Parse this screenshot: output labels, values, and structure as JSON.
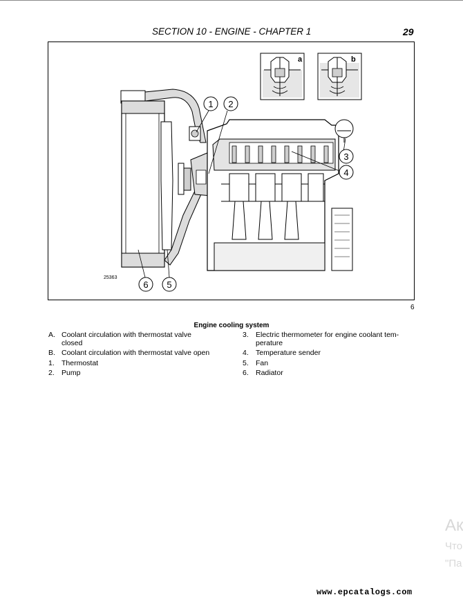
{
  "header": {
    "section_title": "SECTION 10 - ENGINE - CHAPTER 1",
    "page_number": "29"
  },
  "figure": {
    "drawing_code": "25363",
    "number": "6",
    "inset_labels": [
      "a",
      "b"
    ],
    "callouts": [
      "1",
      "2",
      "3",
      "4",
      "5",
      "6"
    ]
  },
  "caption": {
    "title": "Engine cooling system",
    "left_items": [
      {
        "key": "A.",
        "text": "Coolant circulation with thermostat valve closed",
        "line1": "Coolant circulation with thermostat valve",
        "line2": "closed"
      },
      {
        "key": "B.",
        "text": "Coolant circulation with thermostat valve open"
      },
      {
        "key": "1.",
        "text": "Thermostat"
      },
      {
        "key": "2.",
        "text": "Pump"
      }
    ],
    "right_items": [
      {
        "key": "3.",
        "text": "Electric thermometer for engine coolant temperature",
        "line1": "Electric thermometer for engine coolant tem-",
        "line2": "perature"
      },
      {
        "key": "4.",
        "text": "Temperature sender"
      },
      {
        "key": "5.",
        "text": "Fan"
      },
      {
        "key": "6.",
        "text": "Radiator"
      }
    ]
  },
  "watermark": {
    "line1": "Ак",
    "line2": "Что",
    "line3": "\"Па"
  },
  "footer": {
    "url": "www.epcatalogs.com"
  }
}
